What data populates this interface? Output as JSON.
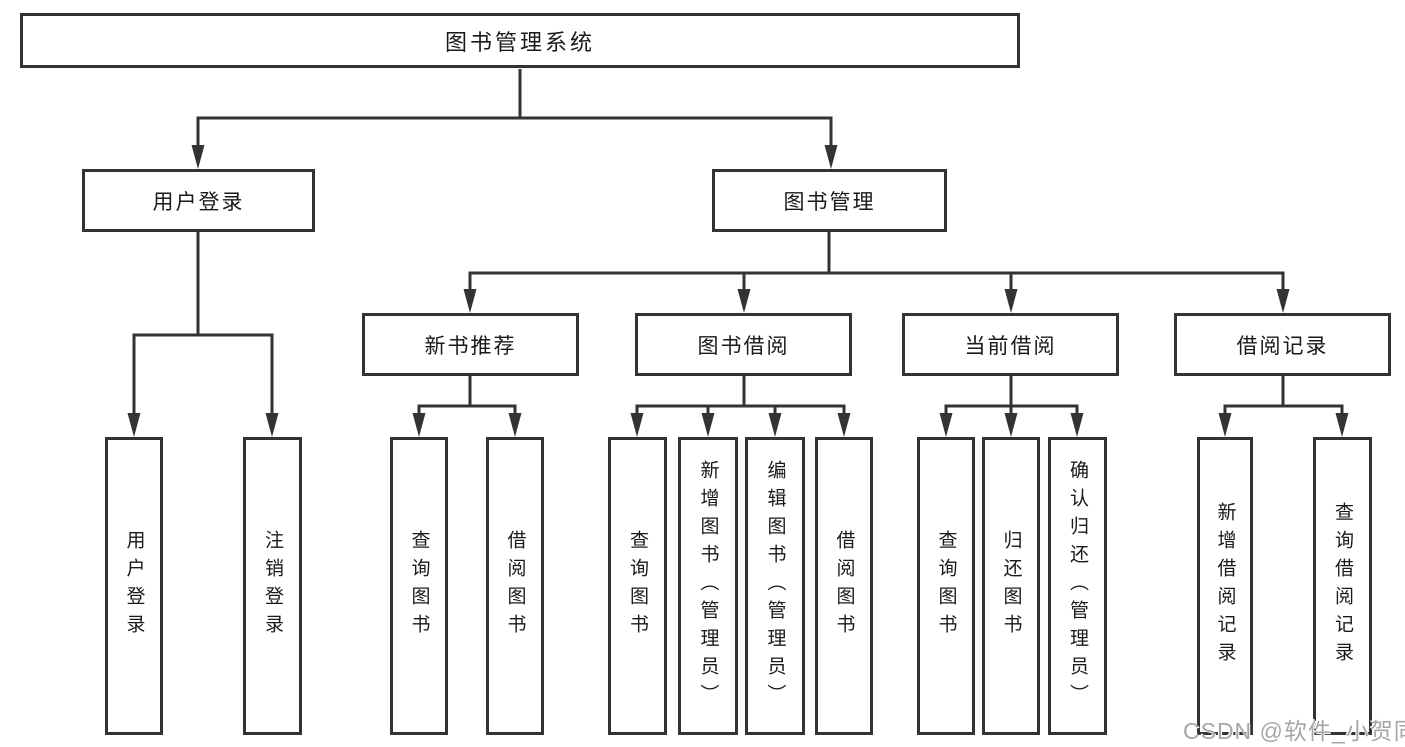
{
  "diagram": {
    "root": {
      "label": "图书管理系统"
    },
    "branches": [
      {
        "label": "用户登录",
        "children": [
          {
            "label": "用户登录"
          },
          {
            "label": "注销登录"
          }
        ]
      },
      {
        "label": "图书管理",
        "children": [
          {
            "label": "新书推荐",
            "children": [
              {
                "label": "查询图书"
              },
              {
                "label": "借阅图书"
              }
            ]
          },
          {
            "label": "图书借阅",
            "children": [
              {
                "label": "查询图书"
              },
              {
                "label": "新增图书（管理员）"
              },
              {
                "label": "编辑图书（管理员）"
              },
              {
                "label": "借阅图书"
              }
            ]
          },
          {
            "label": "当前借阅",
            "children": [
              {
                "label": "查询图书"
              },
              {
                "label": "归还图书"
              },
              {
                "label": "确认归还（管理员）"
              }
            ]
          },
          {
            "label": "借阅记录",
            "children": [
              {
                "label": "新增借阅记录"
              },
              {
                "label": "查询借阅记录"
              }
            ]
          }
        ]
      }
    ]
  },
  "watermark": {
    "text": "CSDN @软件_小贺同学"
  },
  "colors": {
    "line": "#333333",
    "text": "#1a1a1a",
    "background": "#ffffff",
    "watermark": "#a6a6a6"
  }
}
